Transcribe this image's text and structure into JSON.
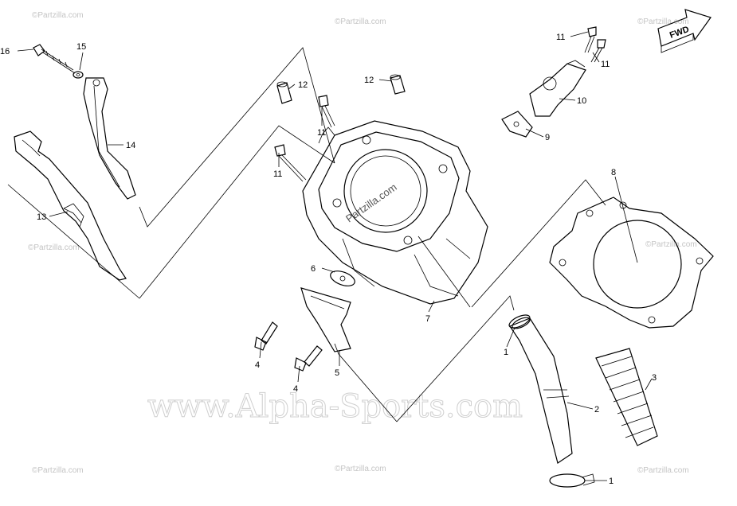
{
  "watermarks": {
    "main": "www.Alpha-Sports.com",
    "center": "Partzilla.com",
    "corner": "©Partzilla.com"
  },
  "direction_arrow": {
    "label": "FWD"
  },
  "callouts": {
    "c1a": "1",
    "c1b": "1",
    "c2": "2",
    "c3": "3",
    "c4a": "4",
    "c4b": "4",
    "c5": "5",
    "c6": "6",
    "c7": "7",
    "c8": "8",
    "c9": "9",
    "c10": "10",
    "c11a": "11",
    "c11b": "11",
    "c11c": "11",
    "c11d": "11",
    "c12a": "12",
    "c12b": "12",
    "c13": "13",
    "c14": "14",
    "c15": "15",
    "c16": "16"
  }
}
